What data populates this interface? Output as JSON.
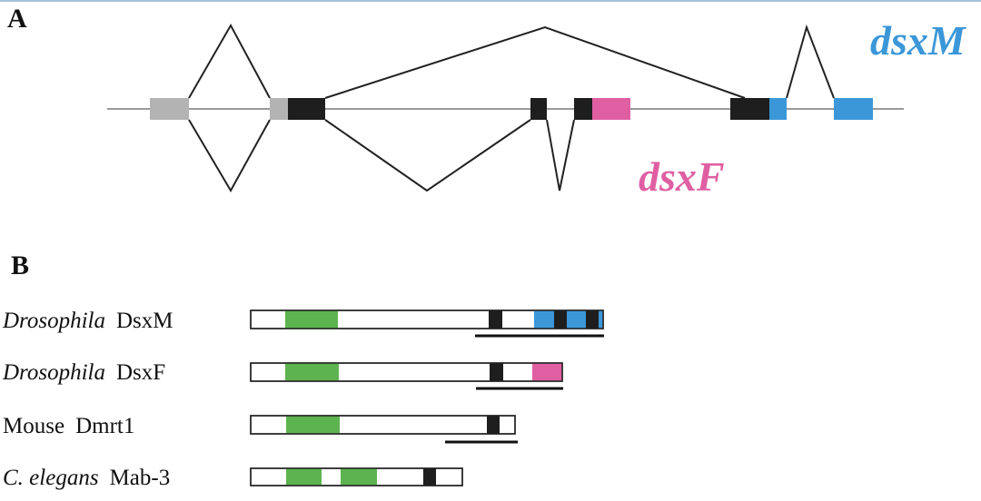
{
  "colors": {
    "background": "#ffffff",
    "top_rule": "#a9c2d8",
    "intron_line": "#9a9a9a",
    "splice_line": "#222222",
    "utr_gray": "#b3b3b3",
    "coding_black": "#1e1e1e",
    "male_blue": "#3b97d8",
    "female_pink": "#df5fa2",
    "dm_green": "#5db34f",
    "protein_outline": "#222222"
  },
  "panel_a": {
    "letter": "A",
    "male_label": "dsxM",
    "female_label": "dsxF",
    "exon_kinds": [
      "utr",
      "utr",
      "coding",
      "coding",
      "coding",
      "female",
      "coding",
      "male",
      "male"
    ]
  },
  "panel_b": {
    "letter": "B",
    "proteins": [
      {
        "species": "Drosophila",
        "species_italic": true,
        "name": "DsxM",
        "domains": [
          "DM",
          "oligomerization",
          "male-specific",
          "male-specific",
          "male-specific",
          "male-specific",
          "male-specific"
        ],
        "has_underline": true
      },
      {
        "species": "Drosophila",
        "species_italic": true,
        "name": "DsxF",
        "domains": [
          "DM",
          "oligomerization",
          "female-specific"
        ],
        "has_underline": true
      },
      {
        "species": "Mouse",
        "species_italic": false,
        "name": "Dmrt1",
        "domains": [
          "DM",
          "oligomerization"
        ],
        "has_underline": true
      },
      {
        "species": "C. elegans",
        "species_italic": true,
        "name": "Mab-3",
        "domains": [
          "DM",
          "DM",
          "oligomerization"
        ],
        "has_underline": false
      }
    ]
  }
}
